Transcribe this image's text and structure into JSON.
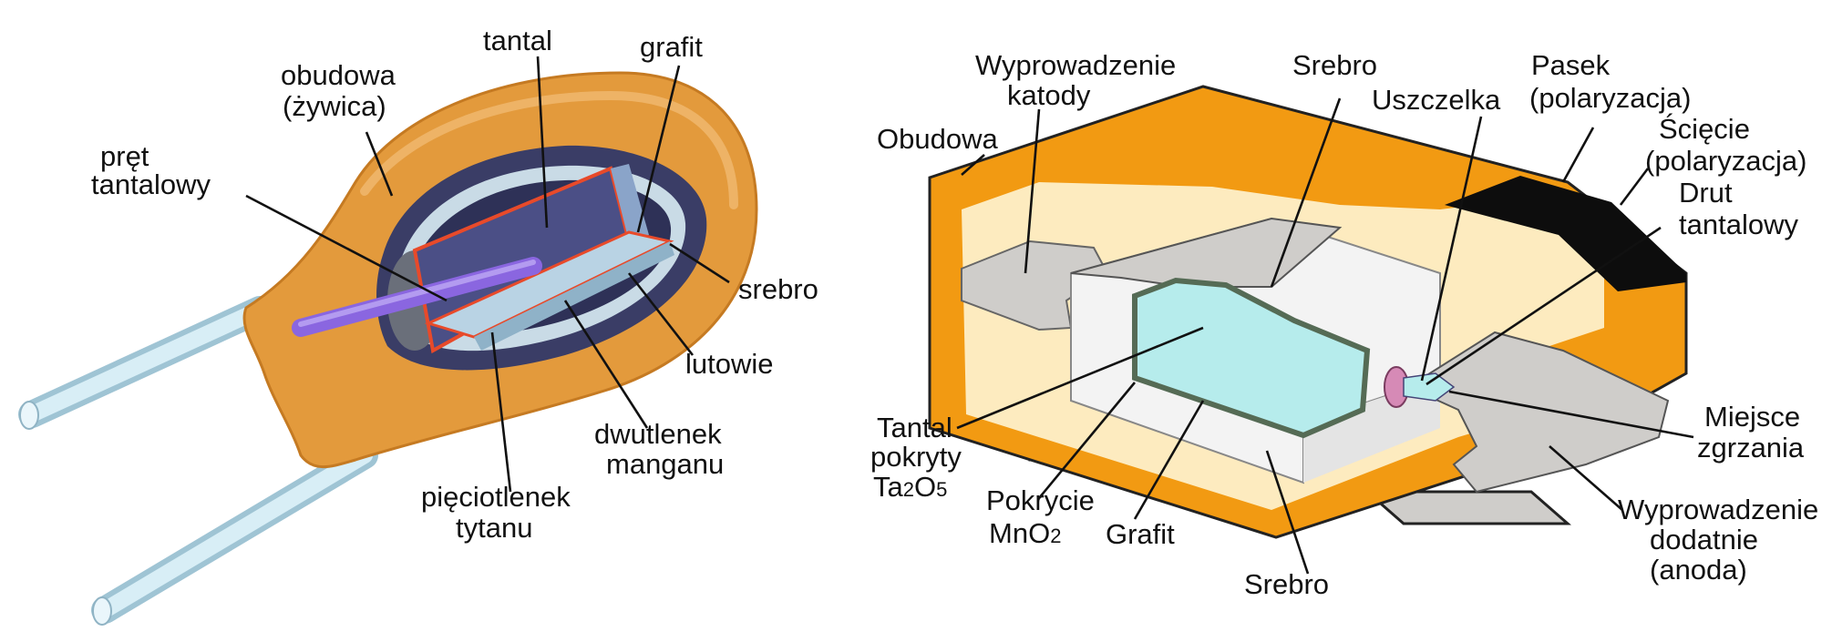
{
  "colors": {
    "resin": "#e39a3c",
    "resin_dark": "#c57a22",
    "case_orange": "#f29a12",
    "case_edge": "#c97a0a",
    "cream": "#fdebbf",
    "grey_lead": "#cfcdca",
    "tantalum_body": "#f3f3f3",
    "tantalum_core": "#b6ecec",
    "graphite_border": "#556b55",
    "core_blue": "#4b4f86",
    "silver": "#b9d3e4",
    "wire_purple": "#8a66e0",
    "pole_black": "#0d0d0d",
    "seal_pink": "#d68ab6",
    "leg_light": "#d8eef6"
  },
  "left_diagram": {
    "labels": {
      "tantal": "tantal",
      "grafit": "grafit",
      "obudowa_1": "obudowa",
      "obudowa_2": "(żywica)",
      "pret_1": "pręt",
      "pret_2": "tantalowy",
      "srebro": "srebro",
      "lutowie": "lutowie",
      "dwutlenek_1": "dwutlenek",
      "dwutlenek_2": "manganu",
      "pieciotlenek_1": "pięciotlenek",
      "pieciotlenek_2": "tytanu"
    }
  },
  "right_diagram": {
    "labels": {
      "wyprowadzenie_1": "Wyprowadzenie",
      "wyprowadzenie_2": "katody",
      "obudowa": "Obudowa",
      "srebro_top": "Srebro",
      "uszczelka": "Uszczelka",
      "pasek_1": "Pasek",
      "pasek_2": "(polaryzacja)",
      "sciecie_1": "Ścięcie",
      "sciecie_2": "(polaryzacja)",
      "drut_1": "Drut",
      "drut_2": "tantalowy",
      "tantal_1": "Tantal",
      "tantal_2": "pokryty",
      "tantal_3_a": "Ta",
      "tantal_3_b": "2",
      "tantal_3_c": "O",
      "tantal_3_d": "5",
      "pokrycie_1": "Pokrycie",
      "pokrycie_2_a": "MnO",
      "pokrycie_2_b": "2",
      "grafit": "Grafit",
      "srebro_bottom": "Srebro",
      "miejsce_1": "Miejsce",
      "miejsce_2": "zgrzania",
      "anoda_1": "Wyprowadzenie",
      "anoda_2": "dodatnie",
      "anoda_3": "(anoda)"
    }
  }
}
